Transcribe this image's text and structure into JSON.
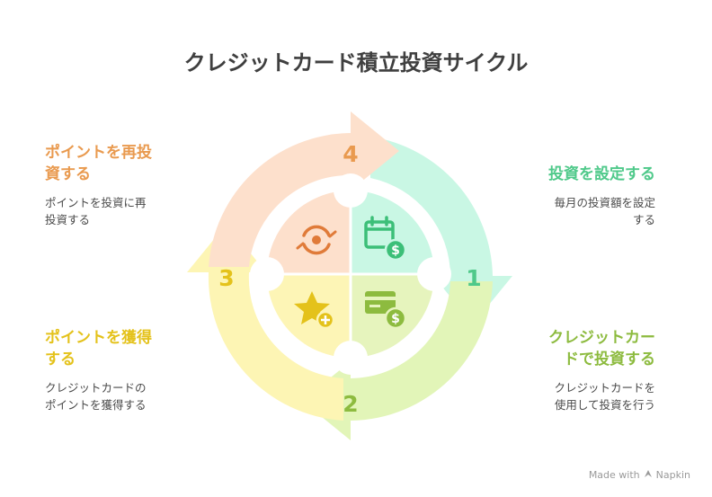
{
  "title": "クレジットカード積立投資サイクル",
  "steps": [
    {
      "number": "1",
      "title": "投資を設定する",
      "description": [
        "毎月の投資額を設定",
        "する"
      ],
      "icon": "calendar-dollar-icon",
      "color": "#4fc98a"
    },
    {
      "number": "2",
      "title": [
        "クレジットカー",
        "ドで投資する"
      ],
      "description": [
        "クレジットカードを",
        "使用して投資を行う"
      ],
      "icon": "credit-card-dollar-icon",
      "color": "#8dbb3f"
    },
    {
      "number": "3",
      "title": [
        "ポイントを獲得",
        "する"
      ],
      "description": [
        "クレジットカードの",
        "ポイントを獲得する"
      ],
      "icon": "star-plus-icon",
      "color": "#e4c21b"
    },
    {
      "number": "4",
      "title": [
        "ポイントを再投",
        "資する"
      ],
      "description": [
        "ポイントを投資に再",
        "投資する"
      ],
      "icon": "reinvest-cycle-icon",
      "color": "#e99a4f"
    }
  ],
  "colors": {
    "arc_1": "#c9f7e4",
    "arc_2": "#e2f5b8",
    "arc_3": "#fdf5b4",
    "arc_4": "#fde0cc",
    "quad_1": "#c9f7e4",
    "quad_2": "#e6f4bd",
    "quad_3": "#fdf5b6",
    "quad_4": "#fde0cc"
  },
  "footer": {
    "made_with": "Made with",
    "brand": "Napkin"
  }
}
